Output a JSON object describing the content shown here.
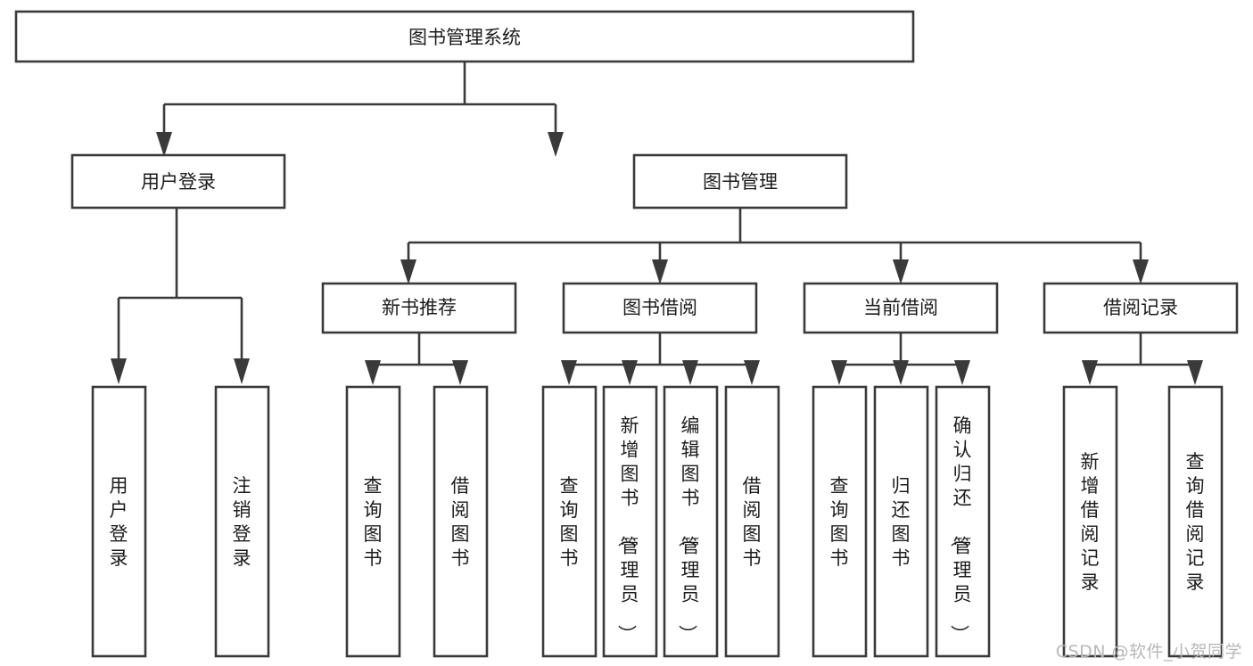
{
  "diagram": {
    "type": "tree-hierarchy",
    "title": "图书管理系统",
    "orientation": "top-down",
    "watermark": "CSDN @软件_小贺同学",
    "colors": {
      "stroke": "#3a3a3a",
      "box_fill": "#ffffff",
      "text": "#1c1c1c",
      "background": "#ffffff",
      "watermark": "#b8b8b8"
    },
    "root": {
      "label": "图书管理系统",
      "orientation": "horizontal"
    },
    "level2": [
      {
        "label": "用户登录",
        "orientation": "horizontal"
      },
      {
        "label": "图书管理",
        "orientation": "horizontal"
      }
    ],
    "level3": [
      {
        "label": "新书推荐",
        "orientation": "horizontal"
      },
      {
        "label": "图书借阅",
        "orientation": "horizontal"
      },
      {
        "label": "当前借阅",
        "orientation": "horizontal"
      },
      {
        "label": "借阅记录",
        "orientation": "horizontal"
      }
    ],
    "leaves": {
      "user_login": [
        {
          "label": "用户登录",
          "orientation": "vertical"
        },
        {
          "label": "注销登录",
          "orientation": "vertical"
        }
      ],
      "new_book_recommend": [
        {
          "label": "查询图书",
          "orientation": "vertical"
        },
        {
          "label": "借阅图书",
          "orientation": "vertical"
        }
      ],
      "book_borrow": [
        {
          "label": "查询图书",
          "orientation": "vertical"
        },
        {
          "label": "新增图书（管理员）",
          "orientation": "vertical"
        },
        {
          "label": "编辑图书（管理员）",
          "orientation": "vertical"
        },
        {
          "label": "借阅图书",
          "orientation": "vertical"
        }
      ],
      "current_borrow": [
        {
          "label": "查询图书",
          "orientation": "vertical"
        },
        {
          "label": "归还图书",
          "orientation": "vertical"
        },
        {
          "label": "确认归还（管理员）",
          "orientation": "vertical"
        }
      ],
      "borrow_record": [
        {
          "label": "新增借阅记录",
          "orientation": "vertical"
        },
        {
          "label": "查询借阅记录",
          "orientation": "vertical"
        }
      ]
    }
  }
}
